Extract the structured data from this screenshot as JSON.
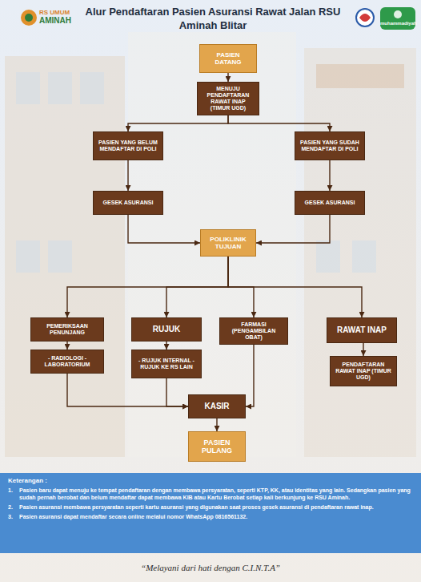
{
  "diagram": {
    "title": "Alur Pendaftaran Pasien Asuransi Rawat Jalan RSU Aminah Blitar",
    "nodes": [
      {
        "text": [
          "PASIEN DATANG"
        ]
      },
      {
        "text": [
          "MENUJU PENDAFTARAN RAWAT INAP (TIMUR UGD)"
        ]
      },
      {
        "text": [
          "PASIEN YANG BELUM MENDAFTAR DI POLI"
        ]
      },
      {
        "text": [
          "PASIEN YANG SUDAH MENDAFTAR DI POLI"
        ]
      },
      {
        "text": [
          "GESEK ASURANSI"
        ]
      },
      {
        "text": [
          "GESEK ASURANSI"
        ]
      },
      {
        "text": [
          "POLIKLINIK TUJUAN"
        ]
      },
      {
        "text": [
          "PEMERIKSAAN PENUNJANG"
        ]
      },
      {
        "text": [
          "RUJUK"
        ]
      },
      {
        "text": [
          "FARMASI (PENGAMBILAN OBAT)"
        ]
      },
      {
        "text": [
          "RAWAT INAP"
        ]
      },
      {
        "text": [
          "- RADIOLOGI - LABORATORIUM"
        ]
      },
      {
        "text": [
          "- RUJUK INTERNAL - RUJUK KE RS LAIN"
        ]
      },
      {
        "text": [
          "PENDAFTARAN RAWAT INAP (TIMUR UGD)"
        ]
      },
      {
        "text": [
          "KASIR"
        ]
      },
      {
        "text": [
          "PASIEN PULANG"
        ]
      }
    ],
    "edges": [
      {
        "from": 0,
        "to": 1,
        "arrow": "to"
      },
      {
        "from": 1,
        "to": 2,
        "arrow": "to"
      },
      {
        "from": 1,
        "to": 3,
        "arrow": "to"
      },
      {
        "from": 2,
        "to": 4,
        "arrow": "to"
      },
      {
        "from": 3,
        "to": 5,
        "arrow": "to"
      },
      {
        "from": 4,
        "to": 6,
        "arrow": "to"
      },
      {
        "from": 5,
        "to": 6,
        "arrow": "to"
      },
      {
        "from": 6,
        "to": 7,
        "arrow": "to"
      },
      {
        "from": 6,
        "to": 8,
        "arrow": "to"
      },
      {
        "from": 6,
        "to": 9,
        "arrow": "to"
      },
      {
        "from": 6,
        "to": 10,
        "arrow": "to"
      },
      {
        "from": 7,
        "to": 11,
        "arrow": "to"
      },
      {
        "from": 8,
        "to": 12,
        "arrow": "to"
      },
      {
        "from": 10,
        "to": 13,
        "arrow": "to"
      },
      {
        "from": 11,
        "to": 14,
        "arrow": "to"
      },
      {
        "from": 12,
        "to": 14,
        "arrow": "to"
      },
      {
        "from": 9,
        "to": 14,
        "arrow": "to"
      },
      {
        "from": 14,
        "to": 15,
        "arrow": "to"
      }
    ],
    "labels": [
      "RS UMUM",
      "AMINAH",
      "muhammadiyah",
      "Keterangan :",
      "1.",
      "Pasien baru dapat menuju ke tempat pendaftaran dengan membawa persyaratan, seperti KTP, KK, atau identitas yang lain. Sedangkan pasien yang sudah pernah berobat dan belum mendaftar dapat membawa KIB atau Kartu Berobat setiap kali berkunjung ke RSU Aminah.",
      "2.",
      "Pasien asuransi membawa persyaratan seperti kartu asuransi yang digunakan saat proses gesek asuransi di pendaftaran rawat inap.",
      "3.",
      "Pasien asuransi dapat mendaftar secara online melalui nomor WhatsApp 0816561132.",
      "“Melayani dari hati dengan C.I.N.T.A”"
    ]
  }
}
